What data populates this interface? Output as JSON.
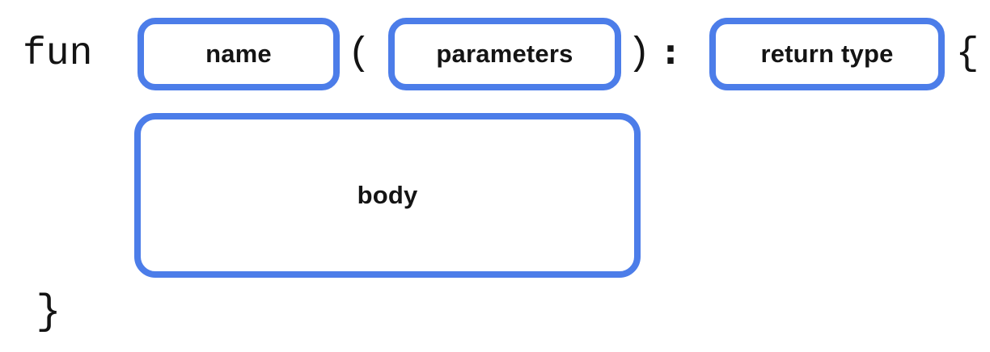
{
  "colors": {
    "border_blue": "#4C7DE9",
    "text_black": "#141414",
    "background": "#FFFFFF"
  },
  "syntax": {
    "keyword": "fun",
    "open_paren": "(",
    "close_paren": ")",
    "colon": ":",
    "open_brace": "{",
    "close_brace": "}",
    "slots": {
      "name": "name",
      "parameters": "parameters",
      "return_type": "return type",
      "body": "body"
    }
  }
}
